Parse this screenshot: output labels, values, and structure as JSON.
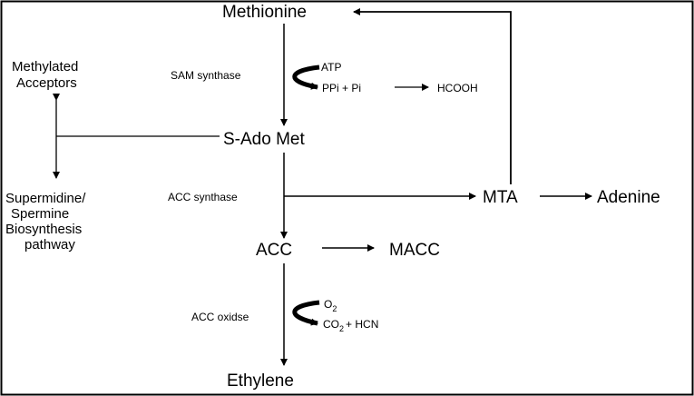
{
  "nodes": {
    "methionine": "Methionine",
    "sadomet": "S-Ado Met",
    "acc": "ACC",
    "macc": "MACC",
    "ethylene": "Ethylene",
    "mta": "MTA",
    "adenine": "Adenine",
    "methylated_line1": "Methylated",
    "methylated_line2": "Acceptors",
    "spermidine_line1": "Supermidine/",
    "spermidine_line2": "Spermine",
    "spermidine_line3": "Biosynthesis",
    "spermidine_line4": "pathway"
  },
  "enzymes": {
    "sam_synthase": "SAM synthase",
    "acc_synthase": "ACC synthase",
    "acc_oxidase": "ACC oxidse"
  },
  "cofactors": {
    "atp": "ATP",
    "ppi_pi": "PPi + Pi",
    "hcooh": "HCOOH",
    "o2_base": "O",
    "o2_sub": "2",
    "co2_base": "CO",
    "co2_sub": "2",
    "hcn": "+ HCN"
  }
}
